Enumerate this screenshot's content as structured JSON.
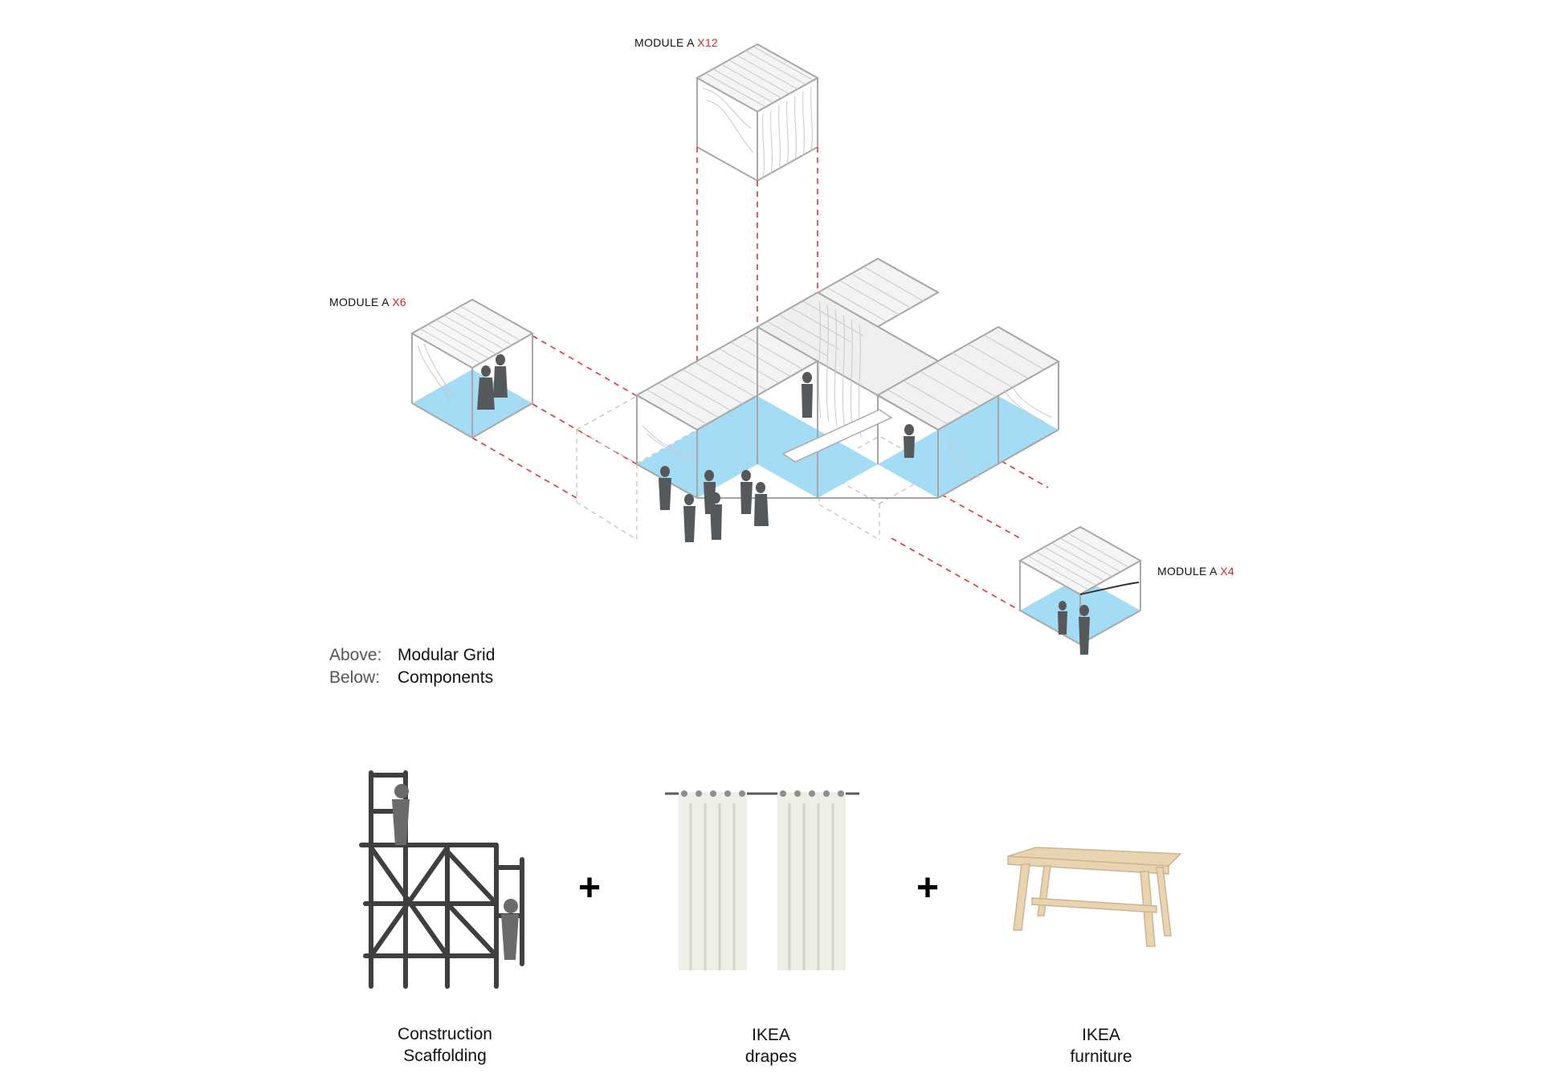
{
  "modules": {
    "top": {
      "prefix": "MODULE A",
      "count": "X12"
    },
    "left": {
      "prefix": "MODULE A",
      "count": "X6"
    },
    "right": {
      "prefix": "MODULE A",
      "count": "X4"
    }
  },
  "caption": {
    "above_key": "Above:",
    "above_value": "Modular Grid",
    "below_key": "Below:",
    "below_value": "Components"
  },
  "components": [
    {
      "line1": "Construction",
      "line2": "Scaffolding"
    },
    {
      "line1": "IKEA",
      "line2": "drapes"
    },
    {
      "line1": "IKEA",
      "line2": "furniture"
    }
  ],
  "plus_sign": "+",
  "colors": {
    "floor": "#a4dcf6",
    "dashed": "#e0333a",
    "accent_text": "#d0262e",
    "frame": "#a6a6a6",
    "figure": "#55595c"
  }
}
